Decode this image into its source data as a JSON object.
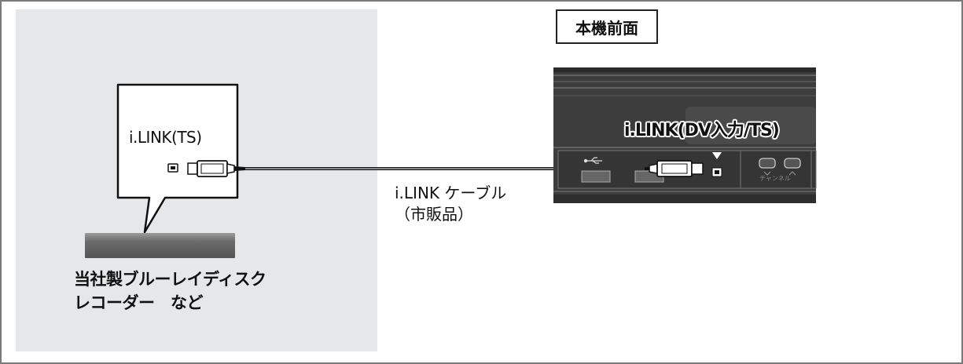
{
  "front_panel_title": "本機前面",
  "source_port_label": "i.LINK(TS)",
  "source_device_caption_line1": "当社製ブルーレイディスク",
  "source_device_caption_line2": "レコーダー　など",
  "cable_label_line1": "i.LINK ケーブル",
  "cable_label_line2": "（市販品）",
  "front_port_label": "i.LINK(DV入力/TS)",
  "channel_label": "チャンネル"
}
